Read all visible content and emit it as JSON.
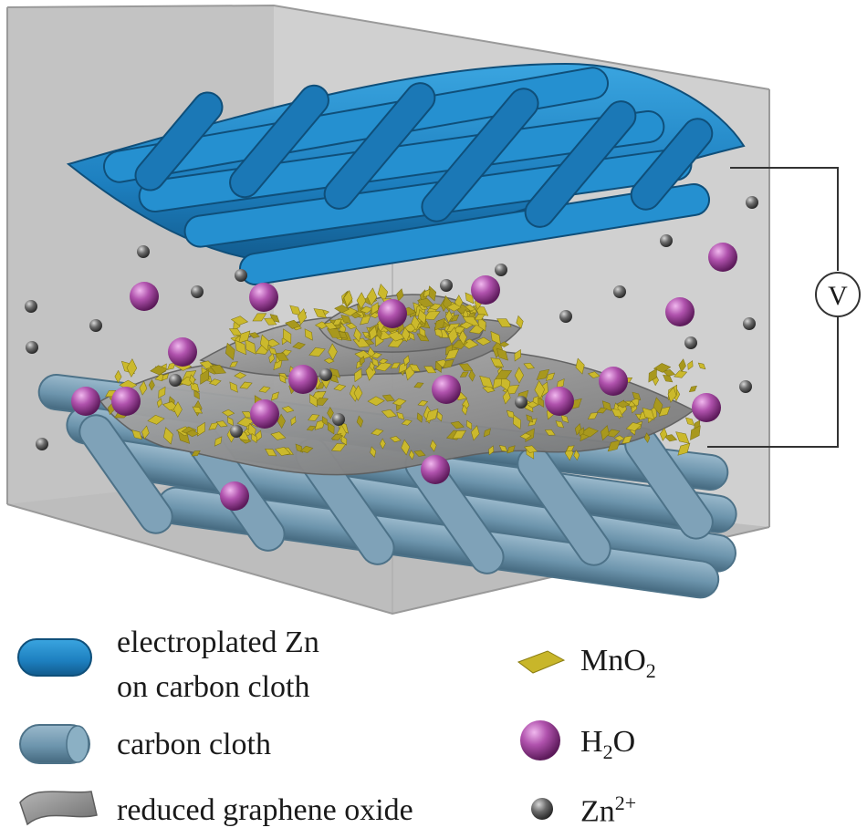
{
  "voltmeter": {
    "label": "V"
  },
  "legend": {
    "zn_cloth_line1": "electroplated Zn",
    "zn_cloth_line2": "on carbon cloth",
    "carbon_cloth": "carbon cloth",
    "rgo": "reduced graphene oxide",
    "mno2": {
      "base": "MnO",
      "sub": "2"
    },
    "water": {
      "base": "H",
      "sub": "2",
      "tail": "O"
    },
    "zinc_ion": {
      "base": "Zn",
      "sup": "2+"
    }
  },
  "colors": {
    "zn_blue": "#1f86c4",
    "carbon_cloth": "#6d95ad",
    "rgo_gray": "#8a8a8a",
    "mno2_yellow": "#c8b62a",
    "water_purple": "#a0449e",
    "zn_ion_gray": "#5a5a5a",
    "box_gray": "#c7c7c7"
  }
}
